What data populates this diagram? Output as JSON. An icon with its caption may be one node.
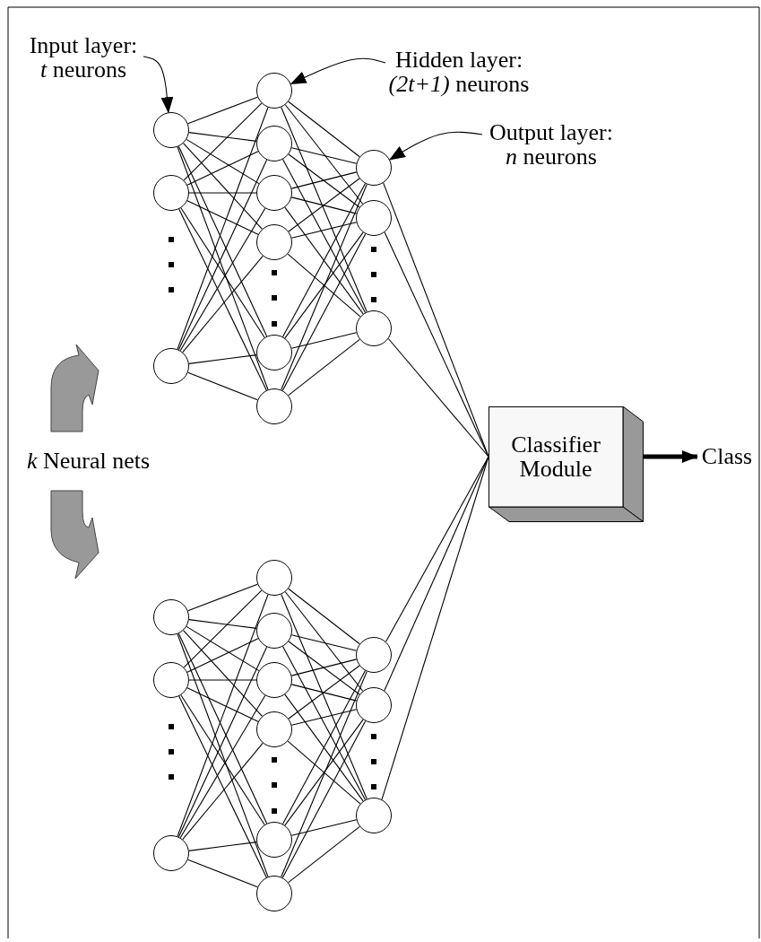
{
  "diagram": {
    "nodes": [
      {
        "text": [
          "Input layer: *t* neurons"
        ]
      },
      {
        "text": [
          "Hidden layer: *(2t+1)* neurons"
        ]
      },
      {
        "text": [
          "Output layer: *n* neurons"
        ]
      },
      {
        "text": [],
        "shape": "circle"
      },
      {
        "text": [],
        "shape": "circle"
      },
      {
        "text": [],
        "shape": "circle"
      },
      {
        "text": [],
        "shape": "circle"
      },
      {
        "text": [],
        "shape": "circle"
      },
      {
        "text": [],
        "shape": "circle"
      },
      {
        "text": [],
        "shape": "circle"
      },
      {
        "text": [],
        "shape": "circle"
      },
      {
        "text": [],
        "shape": "circle"
      },
      {
        "text": [],
        "shape": "circle"
      },
      {
        "text": [],
        "shape": "circle"
      },
      {
        "text": [],
        "shape": "circle"
      },
      {
        "text": [
          "Classifier Module"
        ]
      },
      {
        "text": [
          "Class"
        ]
      },
      {
        "text": [],
        "shape": "circle"
      },
      {
        "text": [],
        "shape": "circle"
      },
      {
        "text": [],
        "shape": "circle"
      },
      {
        "text": [],
        "shape": "circle"
      },
      {
        "text": [],
        "shape": "circle"
      },
      {
        "text": [],
        "shape": "circle"
      },
      {
        "text": [],
        "shape": "circle"
      },
      {
        "text": [],
        "shape": "circle"
      },
      {
        "text": [],
        "shape": "circle"
      },
      {
        "text": [],
        "shape": "circle"
      },
      {
        "text": [],
        "shape": "circle"
      },
      {
        "text": [],
        "shape": "circle"
      }
    ],
    "edges": [
      {
        "from": 0,
        "to": 3,
        "arrow": "to"
      },
      {
        "from": 1,
        "to": 6,
        "arrow": "to"
      },
      {
        "from": 2,
        "to": 12,
        "arrow": "to"
      },
      {
        "from": 3,
        "to": 6,
        "arrow": "none"
      },
      {
        "from": 3,
        "to": 7,
        "arrow": "none"
      },
      {
        "from": 3,
        "to": 8,
        "arrow": "none"
      },
      {
        "from": 3,
        "to": 9,
        "arrow": "none"
      },
      {
        "from": 3,
        "to": 10,
        "arrow": "none"
      },
      {
        "from": 3,
        "to": 11,
        "arrow": "none"
      },
      {
        "from": 4,
        "to": 6,
        "arrow": "none"
      },
      {
        "from": 4,
        "to": 7,
        "arrow": "none"
      },
      {
        "from": 4,
        "to": 8,
        "arrow": "none"
      },
      {
        "from": 4,
        "to": 9,
        "arrow": "none"
      },
      {
        "from": 4,
        "to": 10,
        "arrow": "none"
      },
      {
        "from": 4,
        "to": 11,
        "arrow": "none"
      },
      {
        "from": 5,
        "to": 6,
        "arrow": "none"
      },
      {
        "from": 5,
        "to": 7,
        "arrow": "none"
      },
      {
        "from": 5,
        "to": 8,
        "arrow": "none"
      },
      {
        "from": 5,
        "to": 9,
        "arrow": "none"
      },
      {
        "from": 5,
        "to": 10,
        "arrow": "none"
      },
      {
        "from": 5,
        "to": 11,
        "arrow": "none"
      },
      {
        "from": 6,
        "to": 12,
        "arrow": "none"
      },
      {
        "from": 6,
        "to": 13,
        "arrow": "none"
      },
      {
        "from": 6,
        "to": 14,
        "arrow": "none"
      },
      {
        "from": 7,
        "to": 12,
        "arrow": "none"
      },
      {
        "from": 7,
        "to": 13,
        "arrow": "none"
      },
      {
        "from": 7,
        "to": 14,
        "arrow": "none"
      },
      {
        "from": 8,
        "to": 12,
        "arrow": "none"
      },
      {
        "from": 8,
        "to": 13,
        "arrow": "none"
      },
      {
        "from": 8,
        "to": 14,
        "arrow": "none"
      },
      {
        "from": 9,
        "to": 12,
        "arrow": "none"
      },
      {
        "from": 9,
        "to": 13,
        "arrow": "none"
      },
      {
        "from": 9,
        "to": 14,
        "arrow": "none"
      },
      {
        "from": 10,
        "to": 12,
        "arrow": "none"
      },
      {
        "from": 10,
        "to": 13,
        "arrow": "none"
      },
      {
        "from": 10,
        "to": 14,
        "arrow": "none"
      },
      {
        "from": 11,
        "to": 12,
        "arrow": "none"
      },
      {
        "from": 11,
        "to": 13,
        "arrow": "none"
      },
      {
        "from": 11,
        "to": 14,
        "arrow": "none"
      },
      {
        "from": 12,
        "to": 15,
        "arrow": "none"
      },
      {
        "from": 13,
        "to": 15,
        "arrow": "none"
      },
      {
        "from": 14,
        "to": 15,
        "arrow": "none"
      },
      {
        "from": 15,
        "to": 16,
        "arrow": "to",
        "style": "thick"
      },
      {
        "from": 17,
        "to": 20,
        "arrow": "none"
      },
      {
        "from": 17,
        "to": 21,
        "arrow": "none"
      },
      {
        "from": 17,
        "to": 22,
        "arrow": "none"
      },
      {
        "from": 17,
        "to": 23,
        "arrow": "none"
      },
      {
        "from": 17,
        "to": 24,
        "arrow": "none"
      },
      {
        "from": 17,
        "to": 25,
        "arrow": "none"
      },
      {
        "from": 18,
        "to": 20,
        "arrow": "none"
      },
      {
        "from": 18,
        "to": 21,
        "arrow": "none"
      },
      {
        "from": 18,
        "to": 22,
        "arrow": "none"
      },
      {
        "from": 18,
        "to": 23,
        "arrow": "none"
      },
      {
        "from": 18,
        "to": 24,
        "arrow": "none"
      },
      {
        "from": 18,
        "to": 25,
        "arrow": "none"
      },
      {
        "from": 19,
        "to": 20,
        "arrow": "none"
      },
      {
        "from": 19,
        "to": 21,
        "arrow": "none"
      },
      {
        "from": 19,
        "to": 22,
        "arrow": "none"
      },
      {
        "from": 19,
        "to": 23,
        "arrow": "none"
      },
      {
        "from": 19,
        "to": 24,
        "arrow": "none"
      },
      {
        "from": 19,
        "to": 25,
        "arrow": "none"
      },
      {
        "from": 20,
        "to": 26,
        "arrow": "none"
      },
      {
        "from": 20,
        "to": 27,
        "arrow": "none"
      },
      {
        "from": 20,
        "to": 28,
        "arrow": "none"
      },
      {
        "from": 21,
        "to": 26,
        "arrow": "none"
      },
      {
        "from": 21,
        "to": 27,
        "arrow": "none"
      },
      {
        "from": 21,
        "to": 28,
        "arrow": "none"
      },
      {
        "from": 22,
        "to": 26,
        "arrow": "none"
      },
      {
        "from": 22,
        "to": 27,
        "arrow": "none"
      },
      {
        "from": 22,
        "to": 28,
        "arrow": "none"
      },
      {
        "from": 23,
        "to": 26,
        "arrow": "none"
      },
      {
        "from": 23,
        "to": 27,
        "arrow": "none"
      },
      {
        "from": 23,
        "to": 28,
        "arrow": "none"
      },
      {
        "from": 24,
        "to": 26,
        "arrow": "none"
      },
      {
        "from": 24,
        "to": 27,
        "arrow": "none"
      },
      {
        "from": 24,
        "to": 28,
        "arrow": "none"
      },
      {
        "from": 25,
        "to": 26,
        "arrow": "none"
      },
      {
        "from": 25,
        "to": 27,
        "arrow": "none"
      },
      {
        "from": 25,
        "to": 28,
        "arrow": "none"
      },
      {
        "from": 26,
        "to": 15,
        "arrow": "none"
      },
      {
        "from": 27,
        "to": 15,
        "arrow": "none"
      },
      {
        "from": 28,
        "to": 15,
        "arrow": "none"
      }
    ],
    "labels": [
      "*k* Neural nets"
    ]
  }
}
